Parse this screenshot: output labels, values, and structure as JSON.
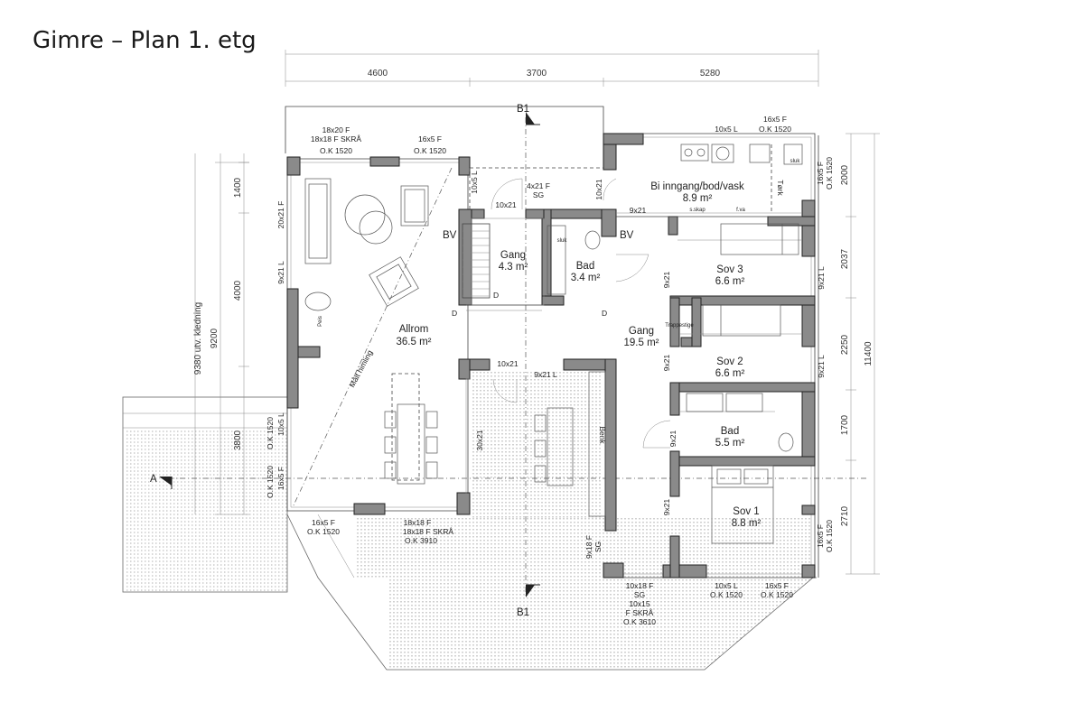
{
  "title": "Gimre – Plan 1. etg",
  "dimensions_top": [
    "4600",
    "3700",
    "5280"
  ],
  "dimensions_right": [
    "2000",
    "2037",
    "2250",
    "1700",
    "2710"
  ],
  "dimension_right_total": "11400",
  "dimensions_left": [
    "1400",
    "4000",
    "3800"
  ],
  "dimension_left_total": "9200",
  "dimension_left_label": "9380 utv. kledning",
  "section_markers": {
    "b1": "B1",
    "a": "A"
  },
  "rooms": {
    "allrom": {
      "name": "Allrom",
      "area": "36.5 m²"
    },
    "gang_small": {
      "name": "Gang",
      "area": "4.3 m²"
    },
    "bad_small": {
      "name": "Bad",
      "area": "3.4 m²"
    },
    "bi_inngang": {
      "name": "Bi inngang/bod/vask",
      "area": "8.9 m²"
    },
    "sov3": {
      "name": "Sov 3",
      "area": "6.6 m²"
    },
    "gang_large": {
      "name": "Gang",
      "area": "19.5 m²"
    },
    "sov2": {
      "name": "Sov 2",
      "area": "6.6 m²"
    },
    "bad_large": {
      "name": "Bad",
      "area": "5.5 m²"
    },
    "sov1": {
      "name": "Sov 1",
      "area": "8.8 m²"
    }
  },
  "window_labels": {
    "top_left_a": "18x20 F",
    "top_left_b": "18x18 F SKRÅ",
    "top_left_c": "O.K 1520",
    "top_mid_a": "16x5 F",
    "top_mid_b": "O.K 1520",
    "top_right_a": "10x5 L",
    "top_right_b": "16x5 F",
    "top_right_c": "O.K 1520",
    "bottom_left_a": "16x5 F",
    "bottom_left_b": "O.K 1520",
    "bottom_mid_a": "18x18 F",
    "bottom_mid_b": "18x18 F SKRÅ",
    "bottom_mid_c": "O.K 3910",
    "bottom_door_a": "10x18 F",
    "bottom_door_b": "SG",
    "bottom_door_c": "10x15",
    "bottom_door_d": "F SKRÅ",
    "bottom_door_e": "O.K 3610",
    "bottom_r1_a": "10x5 L",
    "bottom_r1_b": "O.K 1520",
    "bottom_r2_a": "16x5 F",
    "bottom_r2_b": "O.K 1520",
    "right_top_a": "16x5 F",
    "right_top_b": "O.K 1520",
    "right_bottom_a": "16x5 F",
    "right_bottom_b": "O.K 1520",
    "right_sov3": "9x21 L",
    "right_sov2": "9x21 L",
    "left_20x21": "20x21 F",
    "left_9x21": "9x21 L",
    "left_10x5": "10x5 L",
    "left_ok1": "O.K 1520",
    "left_16x5": "16x5 F",
    "left_ok2": "O.K 1520"
  },
  "door_labels": {
    "d4x21": "4x21 F",
    "sg": "SG",
    "d10x5l": "10x5 L",
    "d10x21_gang": "10x21",
    "d10x21_bi": "10x21",
    "d9x21_bi": "9x21",
    "d9x21_sov3": "9x21",
    "d10x21_kitchen": "10x21",
    "d9x21_l": "9x21 L",
    "d30x21": "30x21",
    "d9x21_sov2": "9x21",
    "d9x21_bad": "9x21",
    "d9x21_sov1": "9x21",
    "d9x18": "9x18 F",
    "d9x18_sg": "SG"
  },
  "annotations": {
    "bv_left": "BV",
    "bv_right": "BV",
    "d1": "D",
    "d2": "D",
    "d3": "D",
    "benk": "Benk",
    "tork": "Tørk",
    "trappestige": "Trappestige",
    "malt_himling": "Målt himling",
    "peis": "Peis",
    "sluk1": "sluk",
    "sluk2": "sluk",
    "s_skap": "s.skap",
    "f_va": "f.va"
  }
}
